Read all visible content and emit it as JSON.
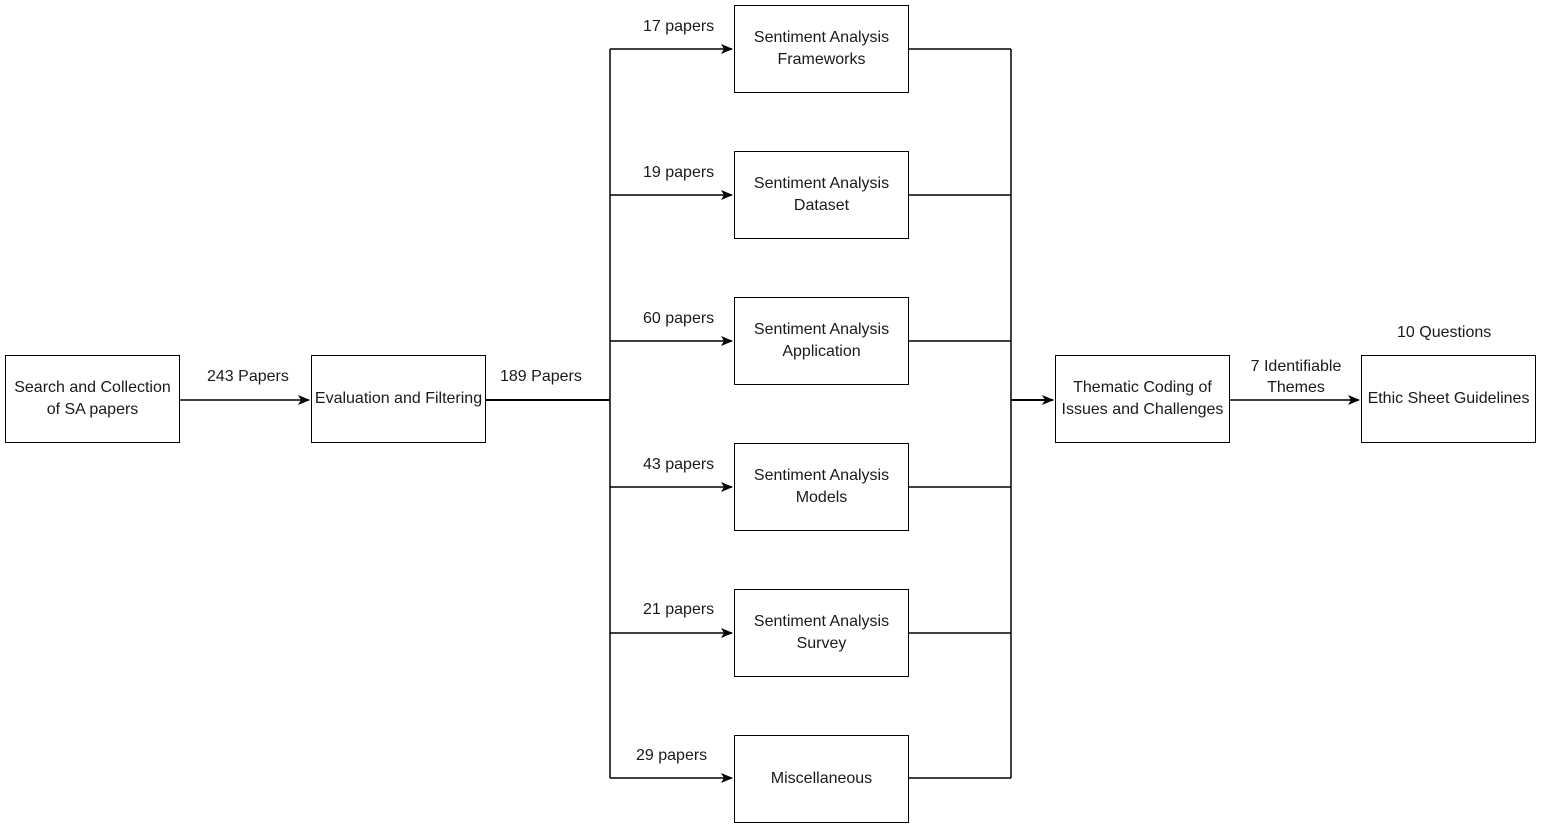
{
  "nodes": {
    "search": "Search and Collection of SA papers",
    "evaluation": "Evaluation and Filtering",
    "cat_frameworks": "Sentiment Analysis Frameworks",
    "cat_dataset": "Sentiment Analysis Dataset",
    "cat_application": "Sentiment Analysis Application",
    "cat_models": "Sentiment Analysis Models",
    "cat_survey": "Sentiment Analysis Survey",
    "cat_misc": "Miscellaneous",
    "thematic": "Thematic Coding of Issues and Challenges",
    "ethic": "Ethic Sheet Guidelines"
  },
  "edge_labels": {
    "search_to_eval": "243 Papers",
    "eval_out": "189 Papers",
    "frameworks": "17 papers",
    "dataset": "19 papers",
    "application": "60 papers",
    "models": "43 papers",
    "survey": "21 papers",
    "misc": "29 papers",
    "themes": "7 Identifiable Themes",
    "questions": "10 Questions"
  }
}
